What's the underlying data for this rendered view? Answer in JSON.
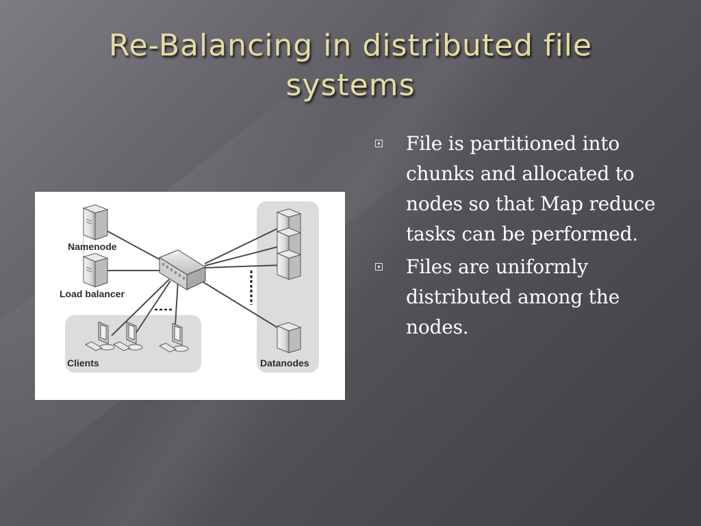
{
  "slide": {
    "title": "Re-Balancing in distributed file systems",
    "colors": {
      "title": "#e6dca1",
      "body_text": "#ffffff",
      "background_dark": "#3f3e43",
      "background_light": "#7d7c83"
    },
    "bullets": [
      {
        "text": "File is partitioned into chunks and allocated to nodes so that Map reduce tasks can be performed.",
        "icon": "square-bullet-icon"
      },
      {
        "text": "Files are uniformly distributed among the nodes.",
        "icon": "square-bullet-icon"
      }
    ],
    "diagram": {
      "labels": {
        "namenode": "Namenode",
        "load_balancer": "Load balancer",
        "clients": "Clients",
        "datanodes": "Datanodes"
      },
      "nodes": {
        "servers_left": [
          "Namenode",
          "Load balancer"
        ],
        "switch": "network-switch",
        "clients_count_shown": 3,
        "datanodes_count_shown": 4
      }
    }
  }
}
